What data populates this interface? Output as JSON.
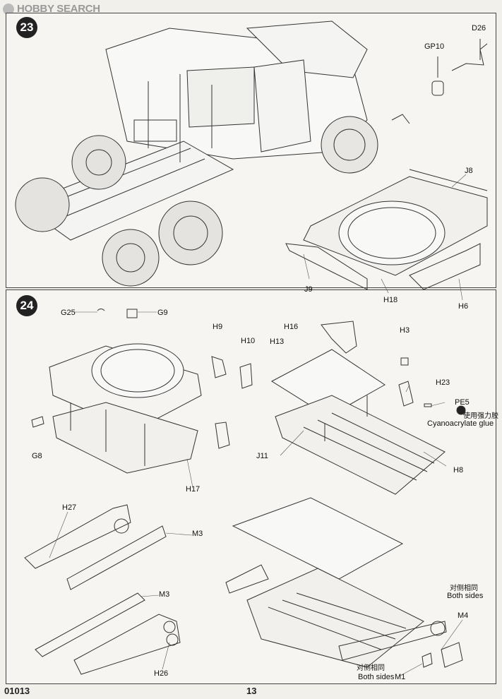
{
  "watermark": "HOBBY SEARCH",
  "steps": {
    "s23": "23",
    "s24": "24"
  },
  "labels": {
    "D26": "D26",
    "GP10": "GP10",
    "J8": "J8",
    "J9": "J9",
    "H18": "H18",
    "H6": "H6",
    "G25": "G25",
    "G9": "G9",
    "H9": "H9",
    "H10": "H10",
    "H16": "H16",
    "H3": "H3",
    "H13": "H13",
    "H23": "H23",
    "PE5": "PE5",
    "glue_zh": "使用强力胶",
    "glue_en": "Cyanoacrylate glue",
    "G8": "G8",
    "J11": "J11",
    "H8": "H8",
    "H17": "H17",
    "H27": "H27",
    "M3a": "M3",
    "M3b": "M3",
    "H26": "H26",
    "both_zh_1": "对侧相同",
    "both_en_1": "Both sides",
    "M4": "M4",
    "both_zh_2": "对侧相同",
    "both_en_2": "Both sides",
    "M1": "M1"
  },
  "footer": {
    "code": "01013",
    "page": "13"
  }
}
